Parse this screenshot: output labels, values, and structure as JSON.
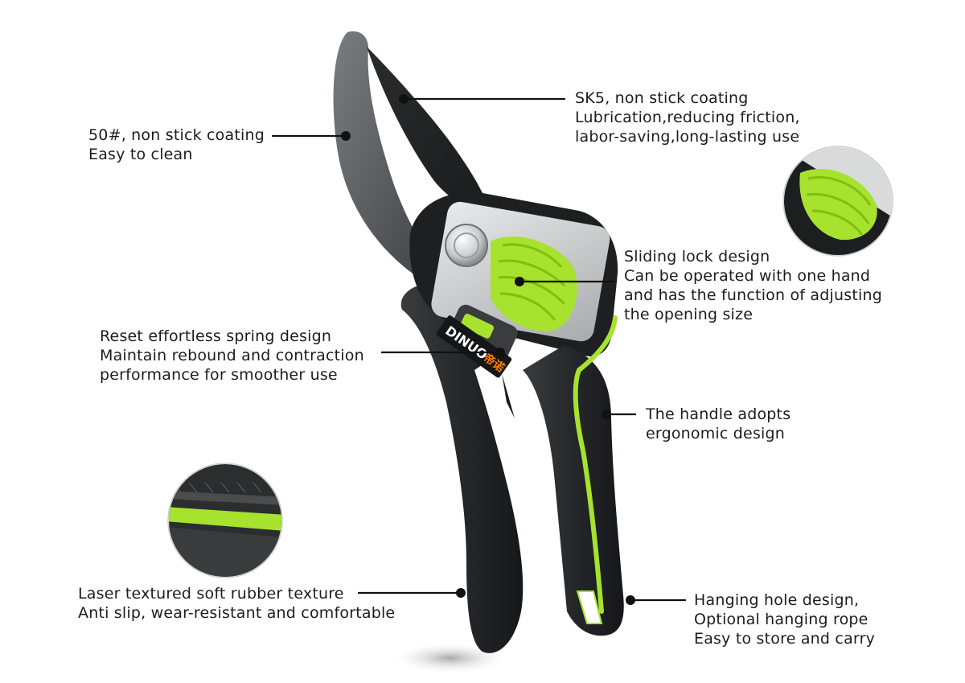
{
  "brand": {
    "latin": "DINUO",
    "chinese": "帝诺",
    "accent_color": "#a6e22e",
    "body_color": "#2b2d2f"
  },
  "callouts": [
    {
      "id": "lower-blade",
      "lines": [
        "50#, non stick coating",
        "Easy to clean"
      ]
    },
    {
      "id": "upper-blade",
      "lines": [
        "SK5, non stick coating",
        "Lubrication,reducing friction,",
        "labor-saving,long-lasting use"
      ]
    },
    {
      "id": "sliding-lock",
      "lines": [
        "Sliding lock design",
        "Can be operated with one hand",
        "and has the function of adjusting",
        "the opening size"
      ]
    },
    {
      "id": "spring",
      "lines": [
        "Reset effortless spring design",
        "Maintain rebound and contraction",
        "performance for smoother use"
      ]
    },
    {
      "id": "handle",
      "lines": [
        "The handle adopts",
        "ergonomic design"
      ]
    },
    {
      "id": "rubber",
      "lines": [
        "Laser textured soft rubber texture",
        "Anti slip, wear-resistant and comfortable"
      ]
    },
    {
      "id": "hanging-hole",
      "lines": [
        "Hanging hole design,",
        "Optional hanging rope",
        "Easy to store and carry"
      ]
    }
  ]
}
